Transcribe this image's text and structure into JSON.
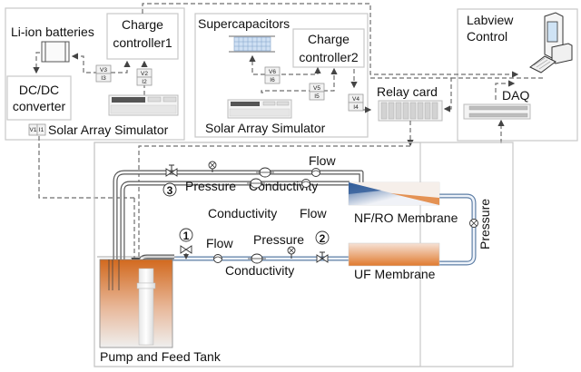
{
  "labels": {
    "li_ion": "Li-ion batteries",
    "cc1_line1": "Charge",
    "cc1_line2": "controller1",
    "dcdc_line1": "DC/DC",
    "dcdc_line2": "converter",
    "sas1": "Solar Array Simulator",
    "supercap": "Supercapacitors",
    "cc2_line1": "Charge",
    "cc2_line2": "controller2",
    "sas2": "Solar Array Simulator",
    "relay": "Relay card",
    "labview_line1": "Labview",
    "labview_line2": "Control",
    "daq": "DAQ",
    "flow_top": "Flow",
    "pressure_top": "Pressure",
    "conductivity_top": "Conductivity",
    "conductivity_mid": "Conductivity",
    "flow_mid": "Flow",
    "nfro": "NF/RO Membrane",
    "pressure_right": "Pressure",
    "flow_bot": "Flow",
    "pressure_bot": "Pressure",
    "conductivity_bot": "Conductivity",
    "uf": "UF Membrane",
    "tank": "Pump and Feed Tank",
    "valve1": "1",
    "valve2": "2",
    "valve3": "3"
  },
  "sensors": {
    "v3i3": [
      "V3",
      "I3"
    ],
    "v2i2": [
      "V2",
      "I2"
    ],
    "v6i6": [
      "V6",
      "I6"
    ],
    "v5i5": [
      "V5",
      "I5"
    ],
    "v4i4": [
      "V4",
      "I4"
    ],
    "v1i1": [
      "V1",
      "I1"
    ]
  },
  "colors": {
    "tank_fill": "#d2691e",
    "membrane_orange": "#e07a2e",
    "membrane_blue": "#3a5f96",
    "pipe_blue": "#5f7fa6"
  }
}
